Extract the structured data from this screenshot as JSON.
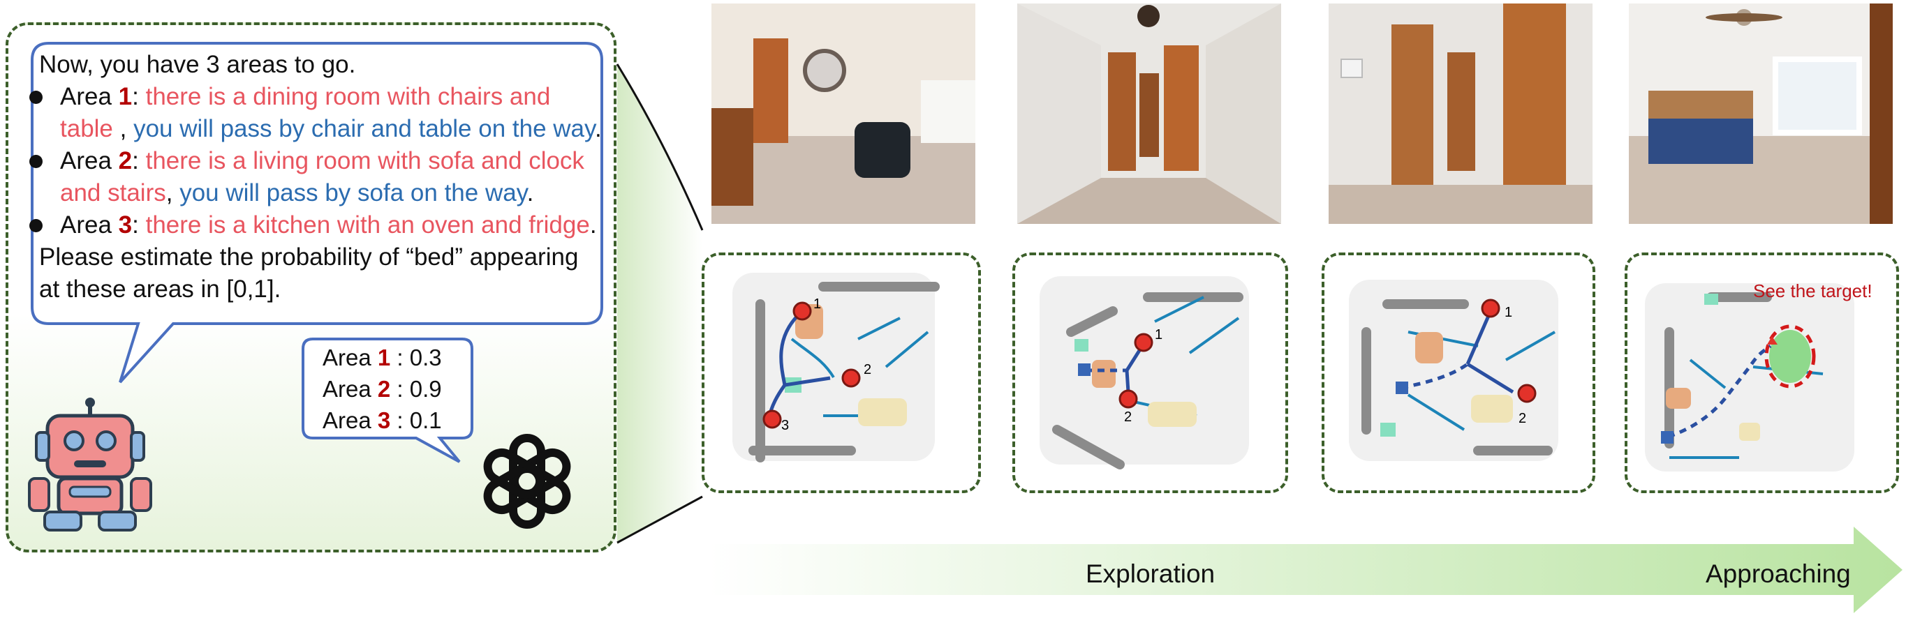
{
  "prompt": {
    "intro": "Now, you have 3 areas to go.",
    "area_word": "Area",
    "areas": [
      {
        "num": "1",
        "desc_line1": "there is a dining room with chairs and",
        "desc_line2": "table",
        "pass_text": "you will pass by chair and table on the way",
        "period": "."
      },
      {
        "num": "2",
        "desc_line1": "there is a living room with sofa and clock",
        "desc_line2": "and stairs",
        "pass_text": "you will pass by sofa on the way",
        "period": "."
      },
      {
        "num": "3",
        "desc_line1": "there is a kitchen with an oven and fridge",
        "period": "."
      }
    ],
    "question_line1": "Please estimate the probability of  “bed” appearing",
    "question_line2": "at these areas in [0,1]."
  },
  "answer": {
    "rows": [
      {
        "label": "Area",
        "num": "1",
        "sep": " : ",
        "value": "0.3"
      },
      {
        "label": "Area",
        "num": "2",
        "sep": " : ",
        "value": "0.9"
      },
      {
        "label": "Area",
        "num": "3",
        "sep": " : ",
        "value": "0.1"
      }
    ]
  },
  "maps": [
    {
      "labels": [
        "1",
        "2",
        "3"
      ]
    },
    {
      "labels": [
        "1",
        "2"
      ]
    },
    {
      "labels": [
        "1",
        "2"
      ]
    },
    {
      "annotation": "See the target!"
    }
  ],
  "progress": {
    "exploration_label": "Exploration",
    "approaching_label": "Approaching"
  },
  "icons": {
    "robot": "robot-icon",
    "llm": "openai-logo-icon"
  },
  "colors": {
    "red_text": "#e8555f",
    "blue_text": "#2b6cb0",
    "area_number": "#b30000",
    "dashed_border": "#3c5f2a",
    "bubble_border": "#4a6fc0",
    "arrow_green": "#c9e7b3"
  }
}
